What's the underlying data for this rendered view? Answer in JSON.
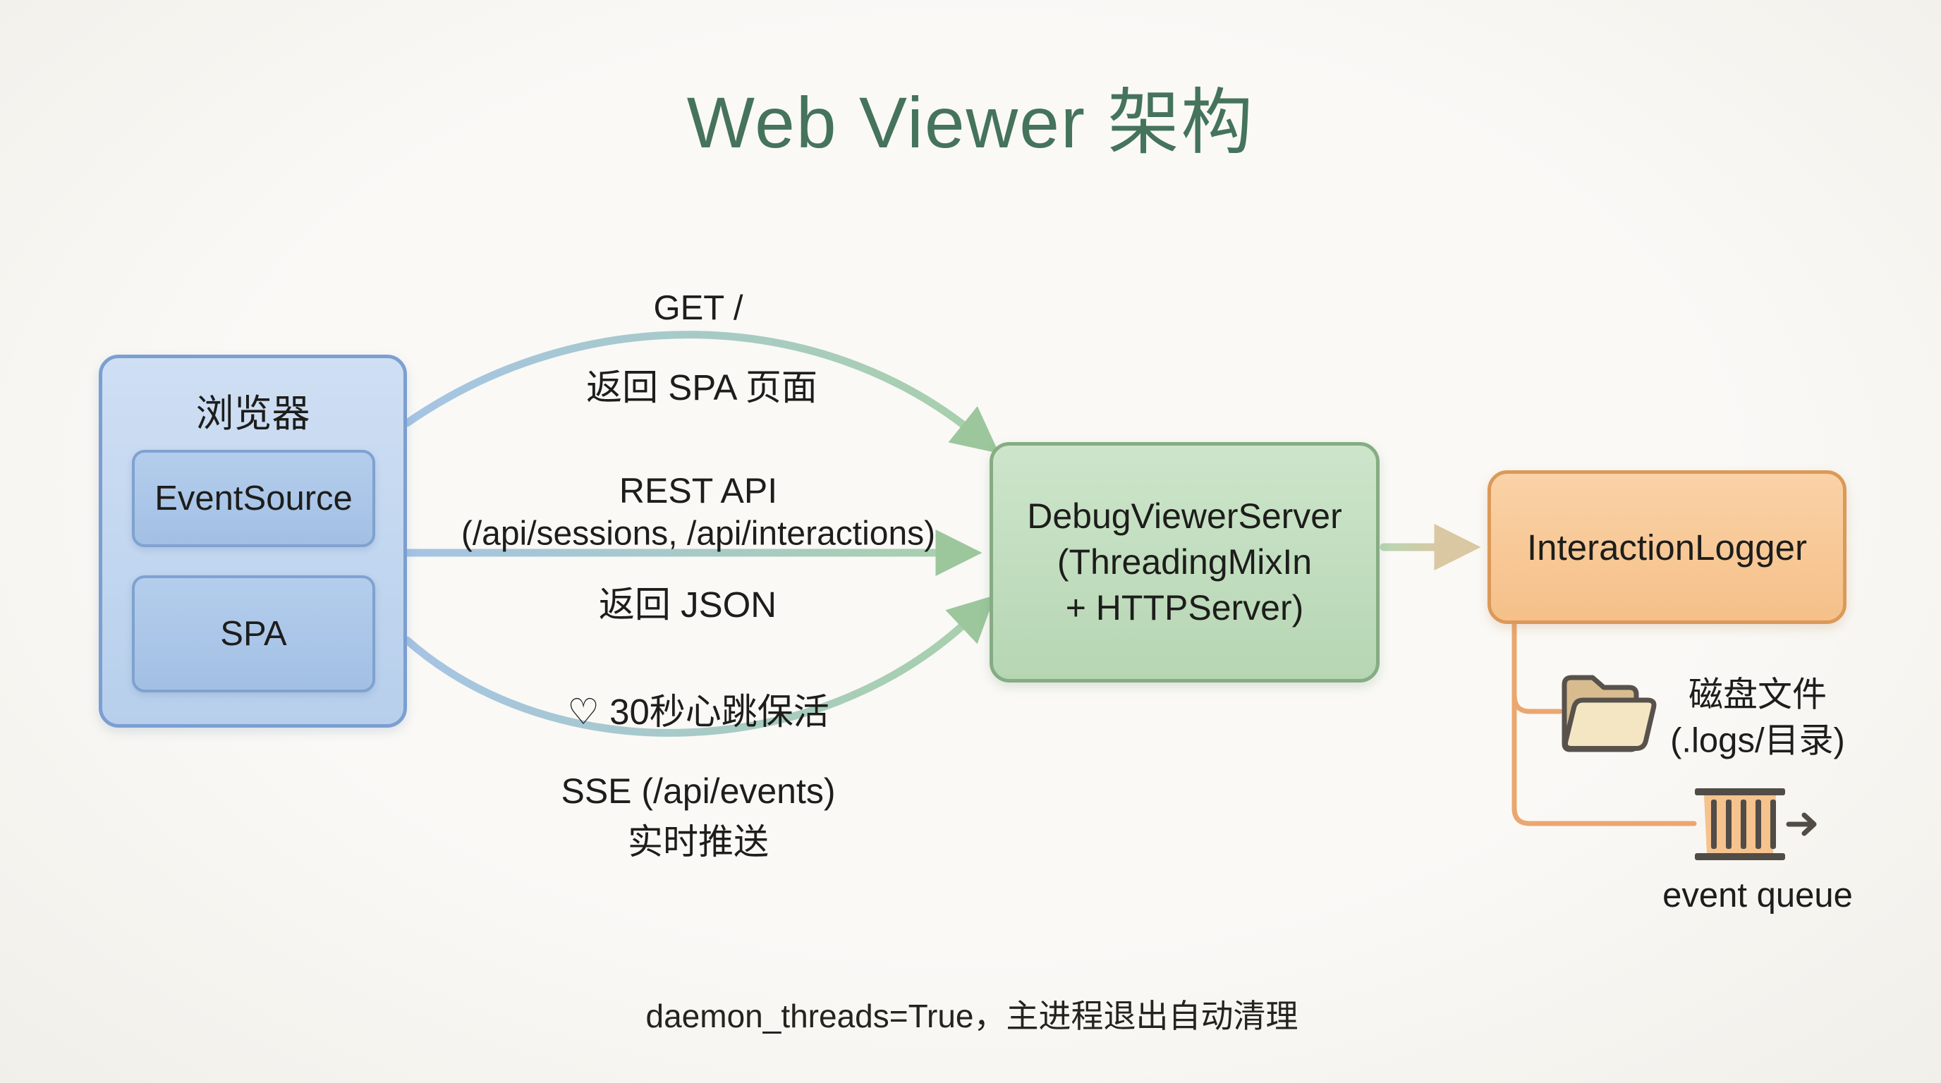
{
  "title": "Web Viewer 架构",
  "nodes": {
    "browser": {
      "label": "浏览器",
      "children": [
        {
          "label": "EventSource"
        },
        {
          "label": "SPA"
        }
      ]
    },
    "server": {
      "line1": "DebugViewerServer",
      "line2": "(ThreadingMixIn",
      "line3": "+ HTTPServer)"
    },
    "logger": {
      "label": "InteractionLogger"
    }
  },
  "edges": {
    "get": {
      "request": "GET /",
      "response": "返回 SPA 页面"
    },
    "rest": {
      "name": "REST API",
      "endpoints": "(/api/sessions, /api/interactions)",
      "response": "返回 JSON"
    },
    "sse": {
      "heartbeat": "♡ 30秒心跳保活",
      "channel": "SSE (/api/events)",
      "mode": "实时推送"
    }
  },
  "outputs": {
    "disk": {
      "icon": "folder-icon",
      "title": "磁盘文件",
      "subtitle": "(.logs/目录)"
    },
    "queue": {
      "icon": "queue-icon",
      "label": "event queue"
    }
  },
  "footnote": "daemon_threads=True，主进程退出自动清理",
  "colors": {
    "title_color": "#45735c",
    "browser_fill_top": "#cfdff4",
    "browser_fill_bottom": "#b7cfec",
    "browser_border": "#7b9fd0",
    "child_fill_top": "#b4cdec",
    "child_fill_bottom": "#a2c0e4",
    "child_border": "#7fa2d0",
    "server_fill_top": "#cde5cb",
    "server_fill_bottom": "#b6d6b3",
    "server_border": "#85ac83",
    "logger_fill_top": "#fad2a6",
    "logger_fill_bottom": "#f5c089",
    "logger_border": "#db9958",
    "arrow_blue": "#a6c4e4",
    "arrow_green": "#a8d0aa",
    "arrow_head_green": "#9cc79c",
    "arrow_tan_start": "#b7d6b4",
    "arrow_tan": "#d9c8a1",
    "connector": "#eaa76f",
    "folder_back": "#d8bc90",
    "folder_front": "#f4e6c3",
    "folder_stroke": "#57524b",
    "queue_fill": "#f6c28e",
    "queue_dark": "#514c46"
  }
}
